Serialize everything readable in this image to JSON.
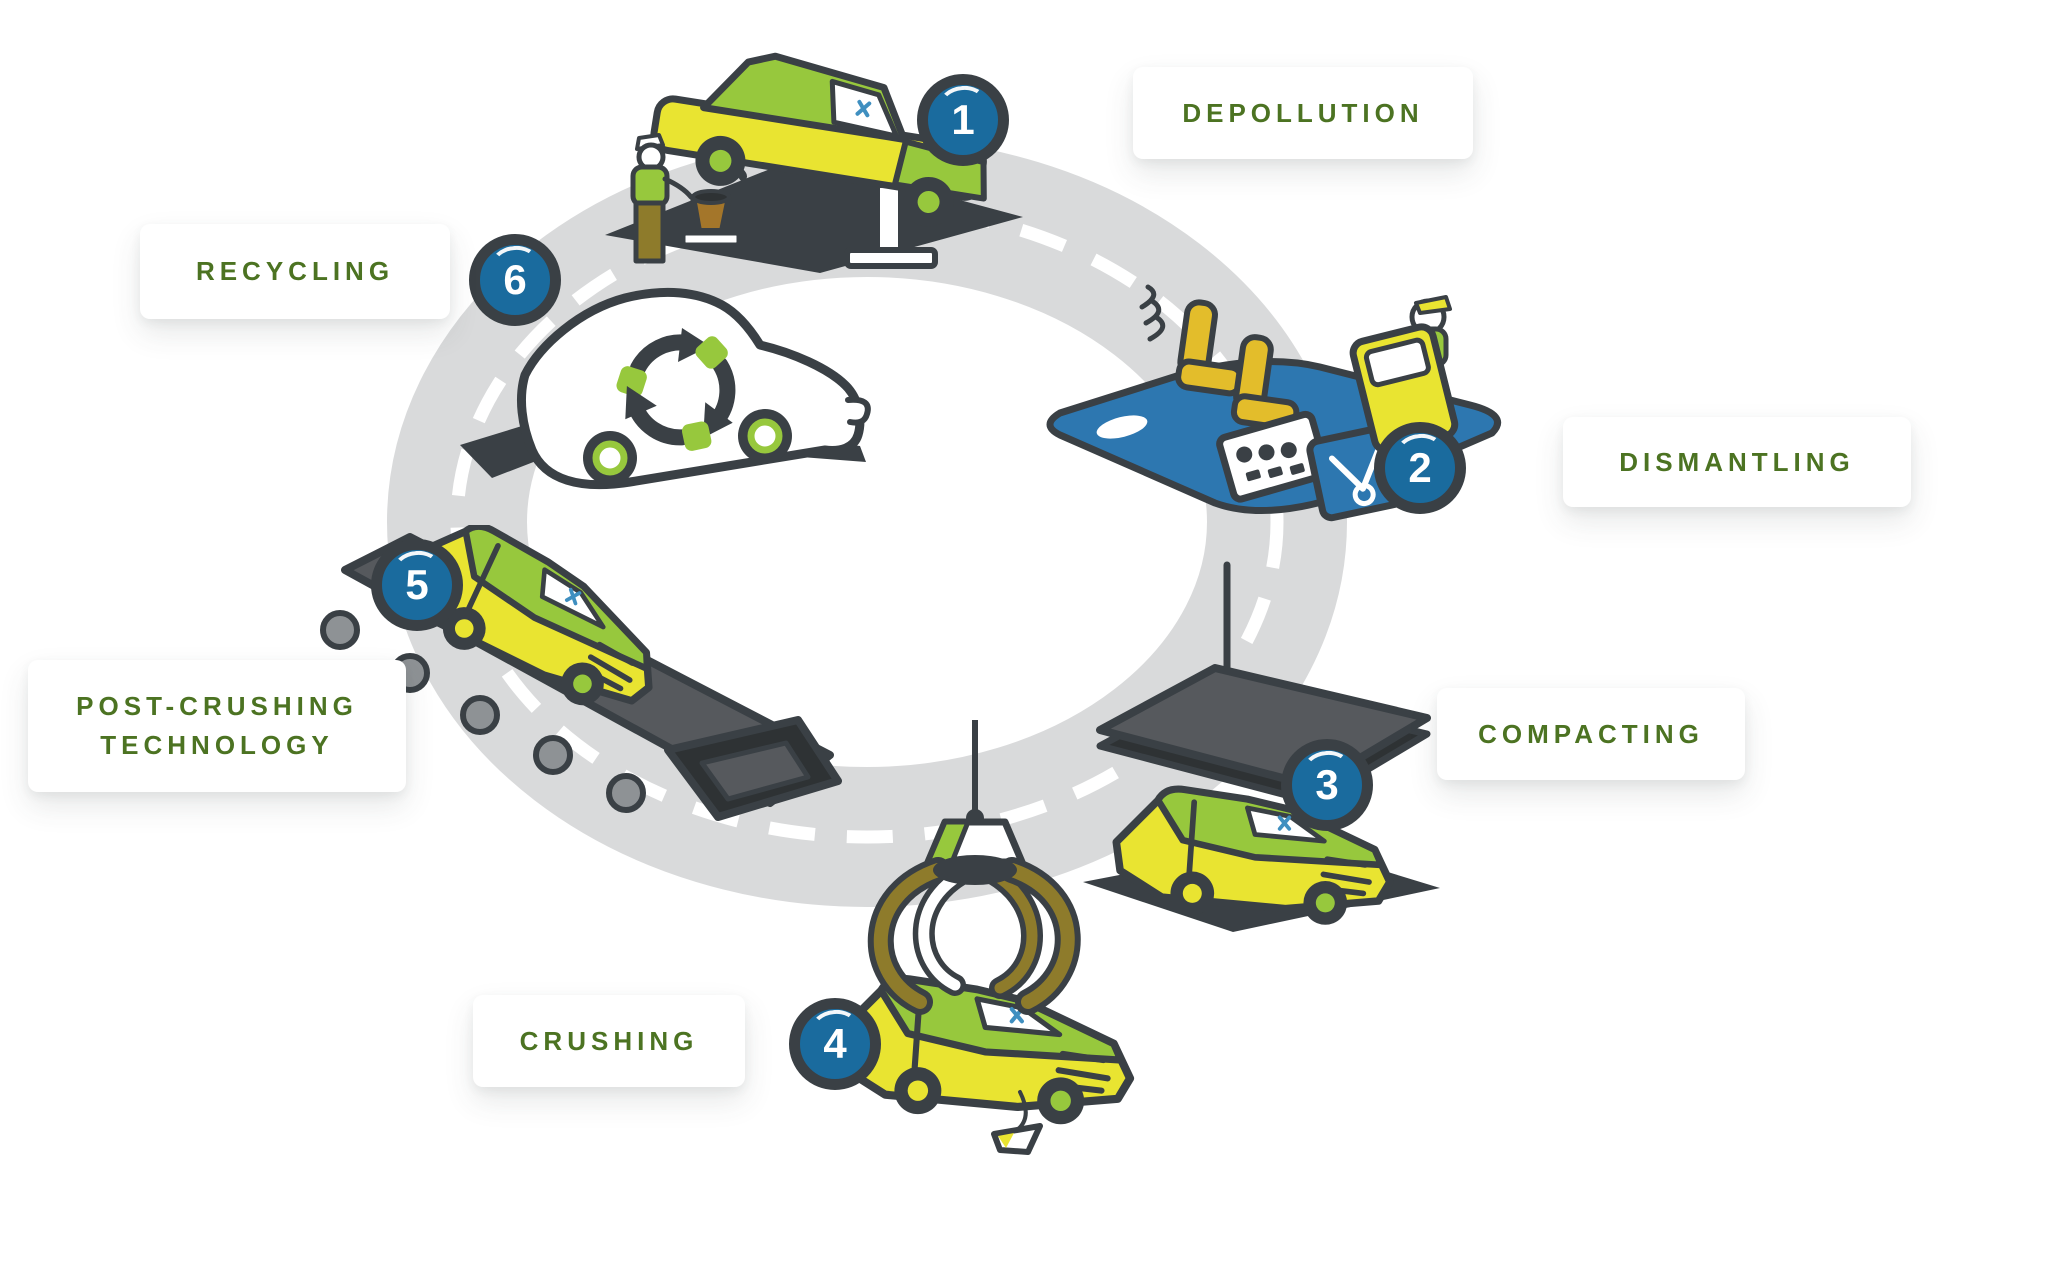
{
  "steps": [
    {
      "number": "1",
      "label": "DEPOLLUTION"
    },
    {
      "number": "2",
      "label": "DISMANTLING"
    },
    {
      "number": "3",
      "label": "COMPACTING"
    },
    {
      "number": "4",
      "label": "CRUSHING"
    },
    {
      "number": "5",
      "label": "POST-CRUSHING TECHNOLOGY"
    },
    {
      "number": "6",
      "label": "RECYCLING"
    }
  ],
  "icons": {
    "recycling_symbol": "recycle-arrows"
  },
  "colors": {
    "outline": "#3a4045",
    "road_gray": "#d9dadb",
    "label_green": "#4c7322",
    "badge_blue": "#1a6b9e",
    "car_yellow": "#e9e431",
    "car_green": "#97c83d",
    "chassis_blue": "#2d77b0",
    "seat_gold": "#e3bd2b",
    "olive": "#8e7b2b",
    "bucket_brown": "#a4762a",
    "slab_gray": "#56595d",
    "roller_gray": "#8e9295",
    "dark_hole": "#2e3234"
  }
}
